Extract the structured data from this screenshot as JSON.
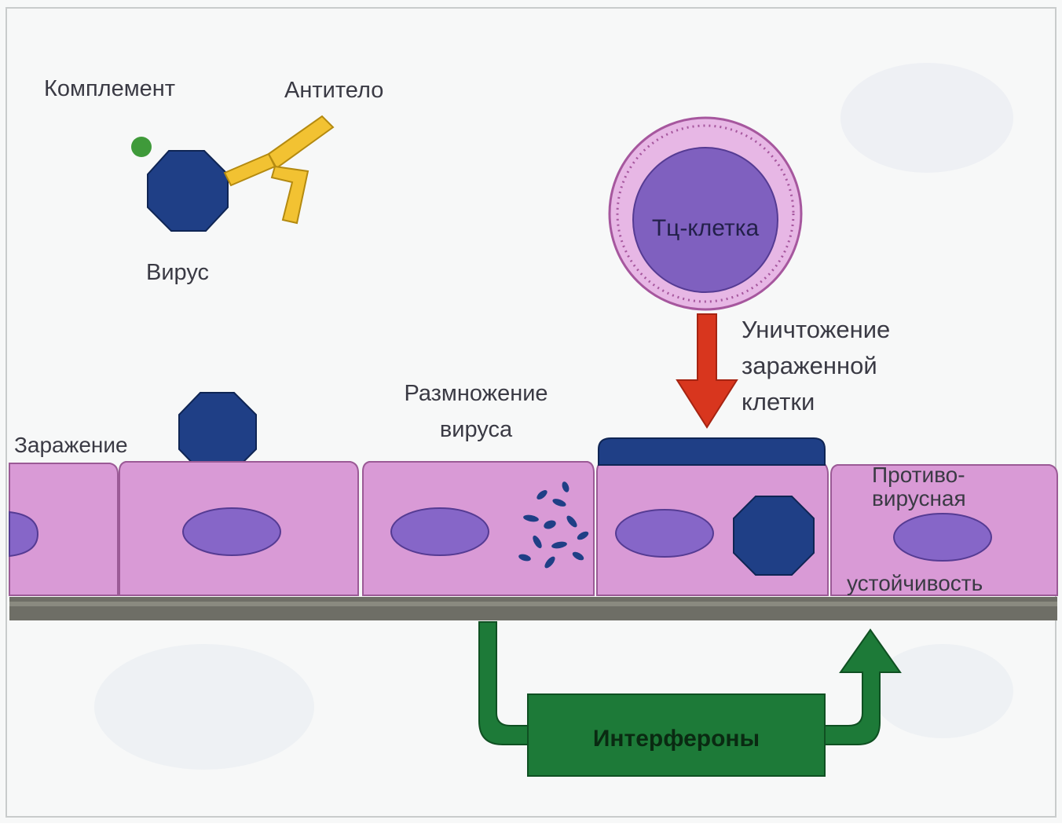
{
  "labels": {
    "complement": "Комплемент",
    "antibody": "Антитело",
    "virus": "Вирус",
    "tc_cell": "Тц-клетка",
    "destruction": [
      "Уничтожение",
      "зараженной",
      "клетки"
    ],
    "infection": "Заражение",
    "replication": [
      "Размножение",
      "вируса"
    ],
    "antiviral": [
      "Противо-",
      "вирусная",
      "устойчивость"
    ],
    "interferons": "Интерфероны"
  },
  "colors": {
    "background": "#f7f8f8",
    "cell_fill": "#d99ad6",
    "cell_stroke": "#9b5a96",
    "nucleus": "#8666c8",
    "virus": "#1f3f86",
    "complement": "#3f9a3a",
    "antibody": "#f2c232",
    "tc_outer": "#e7b7e5",
    "tc_inner": "#7f60bf",
    "red_arrow": "#d8361e",
    "green_arrow": "#1d7a38",
    "membrane": "#6e6e66"
  }
}
